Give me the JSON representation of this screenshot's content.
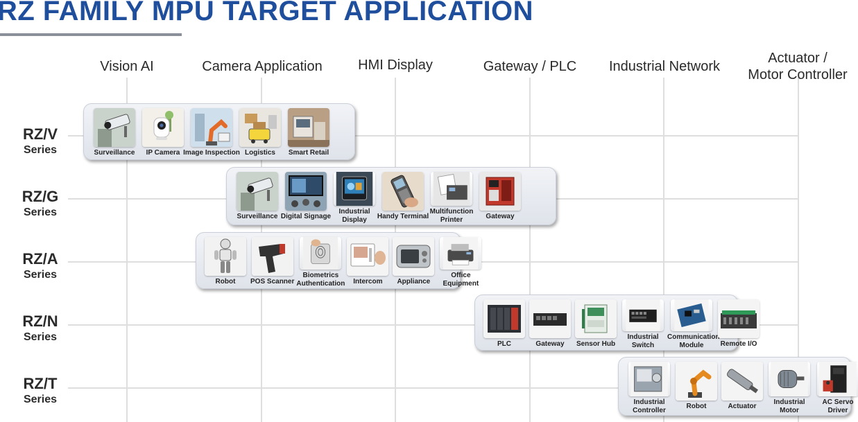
{
  "title": "RZ FAMILY MPU TARGET APPLICATION",
  "columns": [
    {
      "line1": "Vision AI",
      "line2": ""
    },
    {
      "line1": "Camera Application",
      "line2": ""
    },
    {
      "line1": "HMI Display",
      "line2": ""
    },
    {
      "line1": "Gateway / PLC",
      "line2": ""
    },
    {
      "line1": "Industrial Network",
      "line2": ""
    },
    {
      "line1": "Actuator /",
      "line2": "Motor Controller"
    }
  ],
  "rows": [
    {
      "name": "RZ/V",
      "sub": "Series",
      "apps": [
        {
          "label": "Surveillance",
          "icon": "security-camera-icon"
        },
        {
          "label": "IP Camera",
          "icon": "ip-camera-icon"
        },
        {
          "label": "Image Inspection",
          "icon": "robot-arm-inspection-icon"
        },
        {
          "label": "Logistics",
          "icon": "logistics-robot-icon"
        },
        {
          "label": "Smart Retail",
          "icon": "retail-kiosk-icon"
        }
      ]
    },
    {
      "name": "RZ/G",
      "sub": "Series",
      "apps": [
        {
          "label": "Surveillance",
          "icon": "security-camera-icon"
        },
        {
          "label": "Digital Signage",
          "icon": "digital-signage-icon"
        },
        {
          "label": "Industrial Display",
          "icon": "industrial-display-icon"
        },
        {
          "label": "Handy Terminal",
          "icon": "handheld-terminal-icon"
        },
        {
          "label": "Multifunction Printer",
          "icon": "printer-icon"
        },
        {
          "label": "Gateway",
          "icon": "gateway-icon"
        }
      ]
    },
    {
      "name": "RZ/A",
      "sub": "Series",
      "apps": [
        {
          "label": "Robot",
          "icon": "humanoid-robot-icon"
        },
        {
          "label": "POS Scanner",
          "icon": "barcode-scanner-icon"
        },
        {
          "label": "Biometrics Authentication",
          "icon": "fingerprint-scanner-icon"
        },
        {
          "label": "Intercom",
          "icon": "intercom-icon"
        },
        {
          "label": "Appliance",
          "icon": "appliance-icon"
        },
        {
          "label": "Office Equipment",
          "icon": "office-printer-icon"
        }
      ]
    },
    {
      "name": "RZ/N",
      "sub": "Series",
      "apps": [
        {
          "label": "PLC",
          "icon": "plc-icon"
        },
        {
          "label": "Gateway",
          "icon": "gateway-box-icon"
        },
        {
          "label": "Sensor Hub",
          "icon": "sensor-hub-icon"
        },
        {
          "label": "Industrial Switch",
          "icon": "network-switch-icon"
        },
        {
          "label": "Communication Module",
          "icon": "communication-module-icon"
        },
        {
          "label": "Remote I/O",
          "icon": "remote-io-icon"
        }
      ]
    },
    {
      "name": "RZ/T",
      "sub": "Series",
      "apps": [
        {
          "label": "Industrial Controller",
          "icon": "industrial-controller-icon"
        },
        {
          "label": "Robot",
          "icon": "industrial-robot-arm-icon"
        },
        {
          "label": "Actuator",
          "icon": "linear-actuator-icon"
        },
        {
          "label": "Industrial Motor",
          "icon": "electric-motor-icon"
        },
        {
          "label": "AC Servo Driver",
          "icon": "servo-driver-icon"
        }
      ]
    }
  ]
}
